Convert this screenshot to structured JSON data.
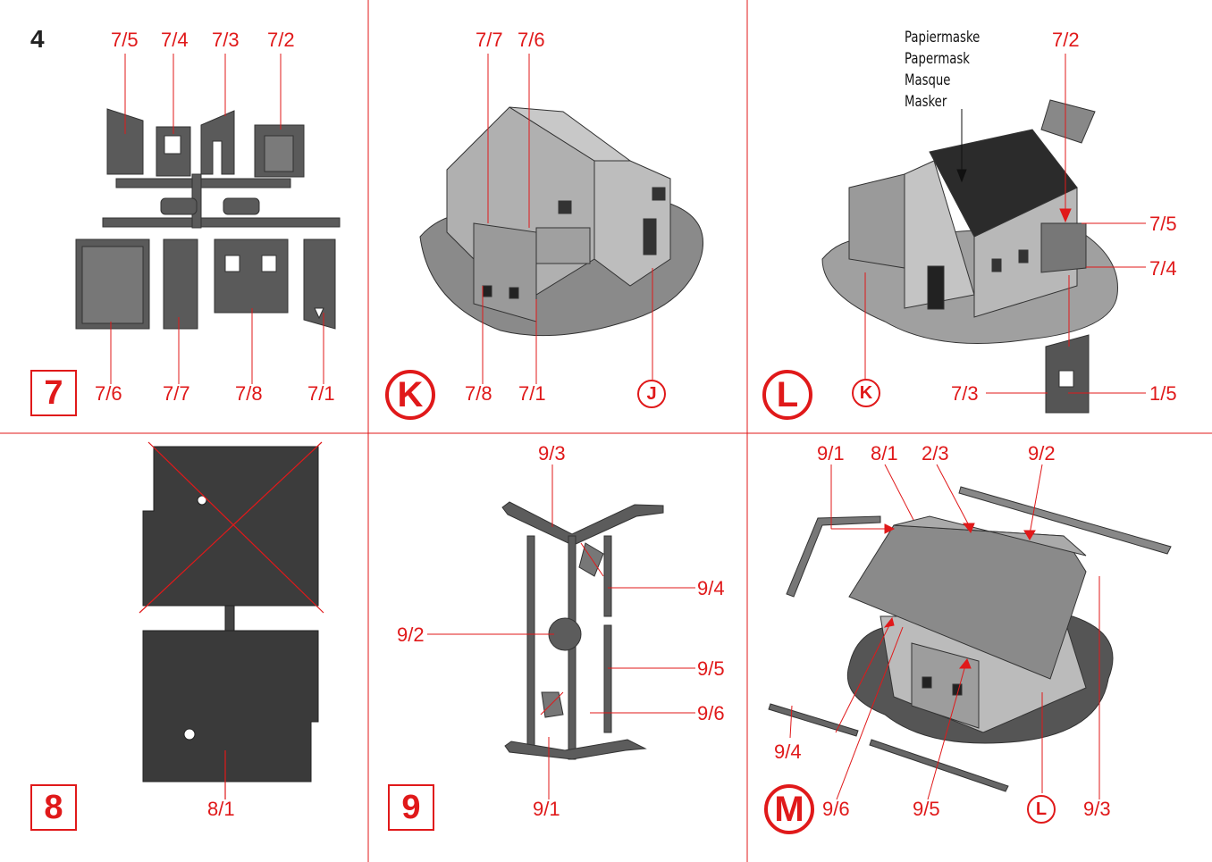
{
  "page_number": "4",
  "colors": {
    "accent": "#e0191a",
    "part": "#555555",
    "background": "#ffffff"
  },
  "panels": {
    "step7": {
      "number": "7",
      "top_labels": [
        "7/5",
        "7/4",
        "7/3",
        "7/2"
      ],
      "bottom_labels": [
        "7/6",
        "7/7",
        "7/8",
        "7/1"
      ]
    },
    "stageK": {
      "letter": "K",
      "top_labels": [
        "7/7",
        "7/6"
      ],
      "bottom_labels": [
        "7/8",
        "7/1"
      ],
      "ref": "J"
    },
    "stageL": {
      "letter": "L",
      "mask_note": [
        "Papiermaske",
        "Papermask",
        "Masque",
        "Masker"
      ],
      "top_label": "7/2",
      "side_labels": [
        "7/5",
        "7/4"
      ],
      "bottom_labels": [
        "7/3",
        "1/5"
      ],
      "ref": "K"
    },
    "step8": {
      "number": "8",
      "label": "8/1"
    },
    "step9": {
      "number": "9",
      "labels": {
        "top": "9/3",
        "right1": "9/4",
        "left": "9/2",
        "right2": "9/5",
        "right3": "9/6",
        "bottom": "9/1"
      }
    },
    "stageM": {
      "letter": "M",
      "top_labels": [
        "9/1",
        "8/1",
        "2/3",
        "9/2"
      ],
      "left_label": "9/4",
      "bottom_labels": [
        "9/6",
        "9/5",
        "9/3"
      ],
      "ref": "L"
    }
  }
}
